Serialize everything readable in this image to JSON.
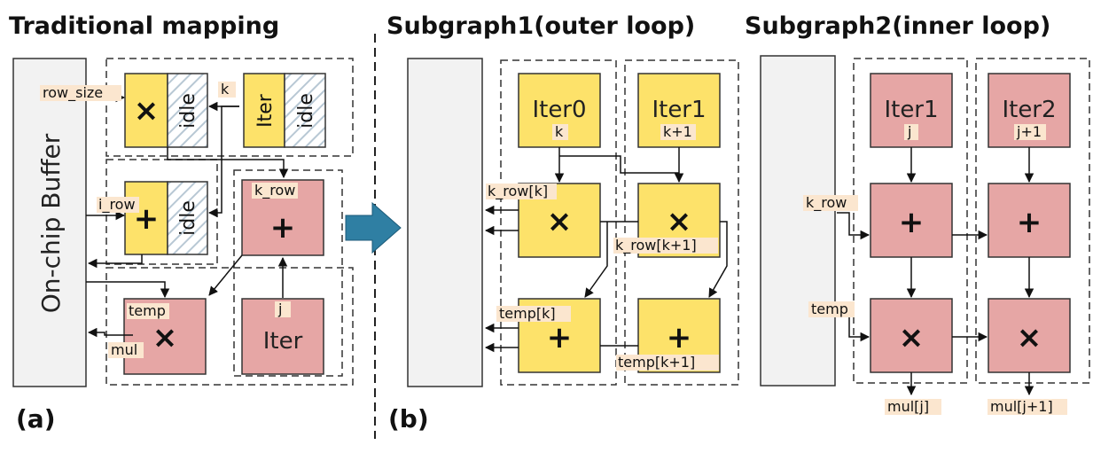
{
  "panel_a": {
    "title": "Traditional mapping",
    "caption": "(a)",
    "buffer_label": "On-chip Buffer",
    "ops": {
      "mul": "×",
      "add": "+"
    },
    "idle": "idle",
    "iter": "Iter",
    "labels": {
      "row_size": "row_size",
      "k": "k",
      "i_row": "i_row",
      "k_row": "k_row",
      "temp": "temp",
      "mul": "mul",
      "j": "j"
    }
  },
  "panel_b": {
    "title": "Subgraph1(outer loop)",
    "caption": "(b)",
    "iter0": "Iter0",
    "iter1": "Iter1",
    "k": "k",
    "k1": "k+1",
    "k_row_k": "k_row[k]",
    "k_row_k1": "k_row[k+1]",
    "temp_k": "temp[k]",
    "temp_k1": "temp[k+1]"
  },
  "panel_c": {
    "title": "Subgraph2(inner loop)",
    "iter1": "Iter1",
    "iter2": "Iter2",
    "j": "j",
    "j1": "j+1",
    "k_row": "k_row",
    "temp": "temp",
    "mul_j": "mul[j]",
    "mul_j1": "mul[j+1]"
  },
  "colors": {
    "yellow": "#fde26a",
    "pink": "#e6a6a5",
    "buffer": "#f2f2f2",
    "label_bg": "#fbe6cf",
    "arrow_big": "#2f7fa3"
  }
}
